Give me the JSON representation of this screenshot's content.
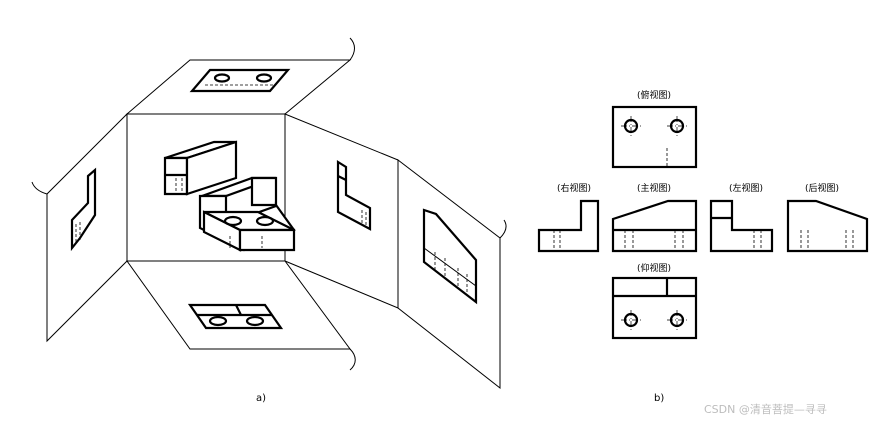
{
  "panel_a": {
    "caption": "a)"
  },
  "panel_b": {
    "caption": "b)",
    "views": {
      "top": "(俯视图)",
      "right": "(右视图)",
      "front": "(主视图)",
      "left": "(左视图)",
      "rear": "(后视图)",
      "bottom": "(仰视图)"
    }
  },
  "watermark": "CSDN @清音菩提—寻寻"
}
